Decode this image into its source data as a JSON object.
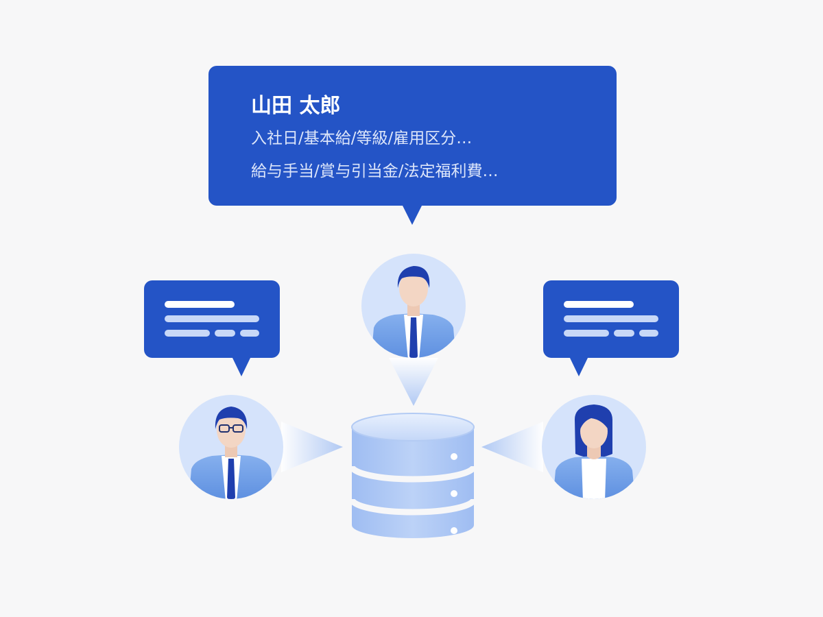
{
  "employee_card": {
    "name": "山田 太郎",
    "line1": "入社日/基本給/等級/雇用区分…",
    "line2": "給与手当/賞与引当金/法定福利費…"
  },
  "colors": {
    "background": "#f7f7f8",
    "bubble": "#2454c6",
    "avatar_circle": "#d5e3fb",
    "suit": "#6e9ee6",
    "tie": "#1f3fae",
    "database": "#b8cff5"
  },
  "icons": {
    "left_person": "businessman-with-glasses-icon",
    "center_person": "businessman-icon",
    "right_person": "businesswoman-icon",
    "center": "database-icon",
    "small_bubbles": "message-bubble-icon"
  }
}
